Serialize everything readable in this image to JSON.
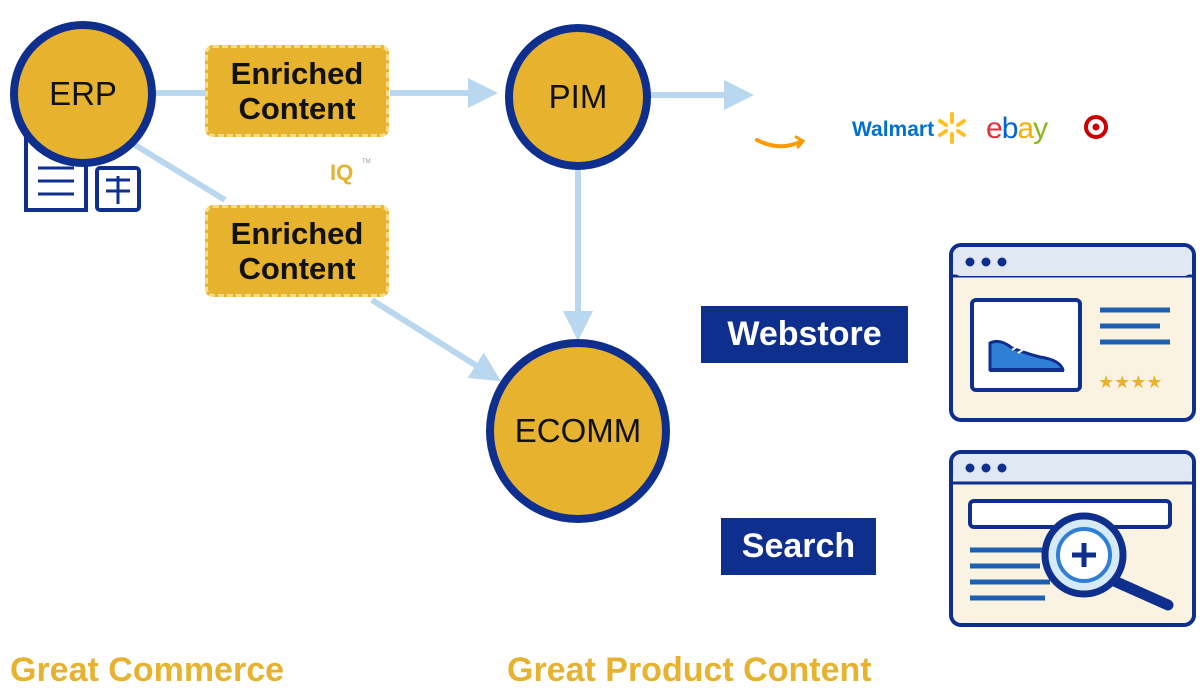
{
  "nodes": {
    "erp": "ERP",
    "pim": "PIM",
    "ecomm": "ECOMM"
  },
  "enriched_top": {
    "line1": "Enriched",
    "line2": "Content"
  },
  "enriched_bottom": {
    "line1": "Enriched",
    "line2": "Content"
  },
  "iq_mark": {
    "text": "IQ",
    "tm": "TM"
  },
  "marketplaces": {
    "walmart": "Walmart",
    "ebay": [
      "e",
      "b",
      "a",
      "y"
    ],
    "ebay_colors": [
      "#e53238",
      "#0064d2",
      "#f5af02",
      "#86b817"
    ],
    "icons": [
      "amazon-smile-icon",
      "walmart-spark-icon",
      "target-icon"
    ]
  },
  "channels": {
    "webstore": "Webstore",
    "search": "Search"
  },
  "footer": {
    "left": "Great Commerce",
    "right": "Great Product Content"
  },
  "colors": {
    "gold": "#e7b22e",
    "navy": "#0f2f8f",
    "arrow": "#b9d7ee"
  }
}
